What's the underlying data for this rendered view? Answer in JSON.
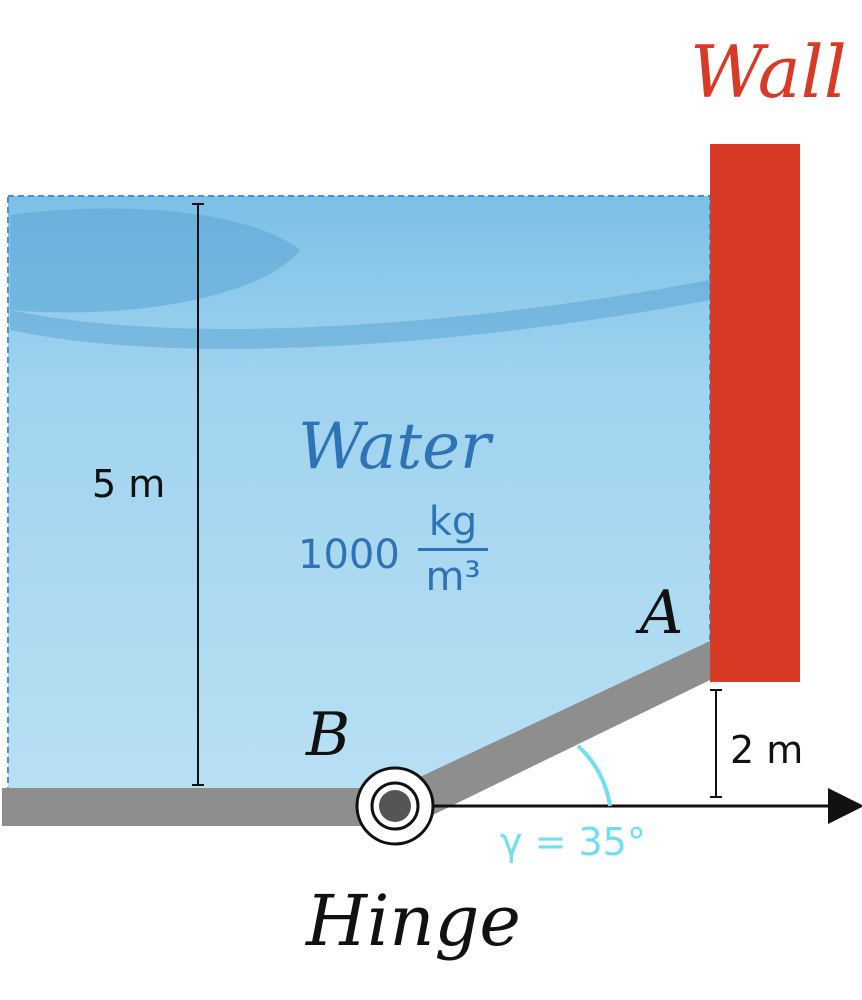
{
  "labels": {
    "wall": "Wall",
    "water": "Water",
    "density_value": "1000",
    "density_unit_num": "kg",
    "density_unit_den": "m³",
    "water_depth": "5 m",
    "hinge_height": "2 m",
    "point_a": "A",
    "point_b": "B",
    "angle": "γ = 35°",
    "hinge": "Hinge"
  },
  "colors": {
    "wall": "#d93a26",
    "water": "#a8d8f0",
    "water_dark": "#5aa6d6",
    "gate": "#8e8e8e",
    "angle": "#6fe0f0",
    "text_blue": "#2f73b7"
  }
}
